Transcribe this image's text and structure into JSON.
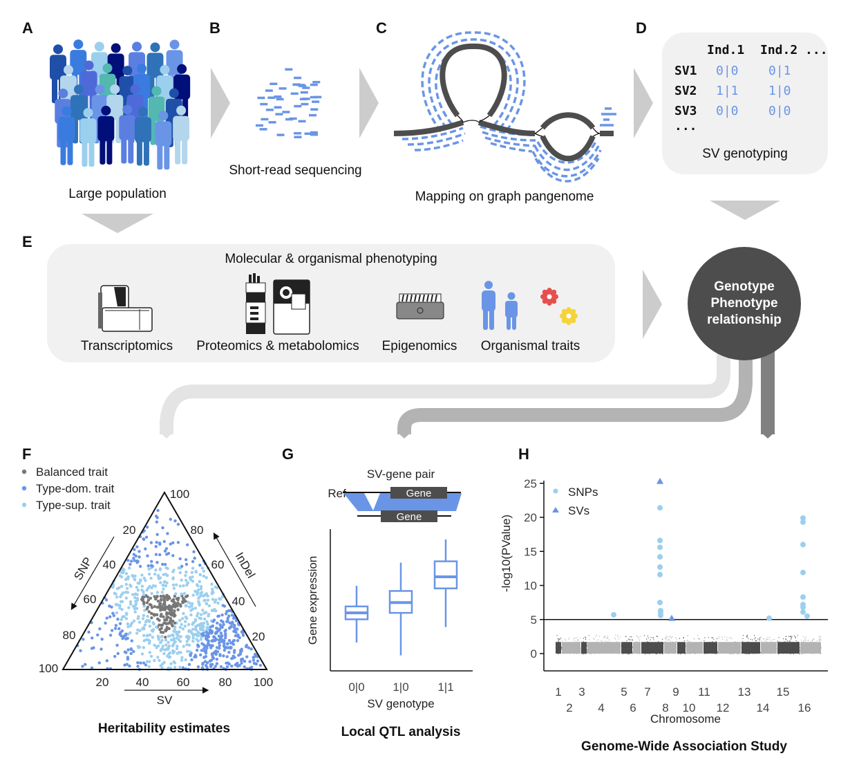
{
  "panels": {
    "A": {
      "letter": "A",
      "caption": "Large population"
    },
    "B": {
      "letter": "B",
      "caption": "Short-read sequencing"
    },
    "C": {
      "letter": "C",
      "caption": "Mapping on graph pangenome"
    },
    "D": {
      "letter": "D",
      "caption": "SV genotyping",
      "columns": [
        "Ind.1",
        "Ind.2 ..."
      ],
      "rows": [
        {
          "sv": "SV1",
          "values": [
            "0|0",
            "0|1"
          ]
        },
        {
          "sv": "SV2",
          "values": [
            "1|1",
            "1|0"
          ]
        },
        {
          "sv": "SV3",
          "values": [
            "0|0",
            "0|0"
          ]
        }
      ],
      "ellipsis": "..."
    },
    "E": {
      "letter": "E",
      "title": "Molecular & organismal phenotyping",
      "items": [
        "Transcriptomics",
        "Proteomics & metabolomics",
        "Epigenomics",
        "Organismal traits"
      ]
    },
    "hub": {
      "line1": "Genotype",
      "line2": "Phenotype",
      "line3": "relationship"
    },
    "F": {
      "letter": "F",
      "caption": "Heritability estimates"
    },
    "G": {
      "letter": "G",
      "caption": "Local QTL analysis"
    },
    "H": {
      "letter": "H",
      "caption": "Genome-Wide Association Study"
    }
  },
  "colors": {
    "blue": "#6a95e6",
    "light_blue": "#9ccfee",
    "dark_gray": "#4d4d4d",
    "gray": "#777777",
    "box_gray": "#f1f1f1",
    "arrow_gray": "#cccccc"
  },
  "chart_data": [
    {
      "type": "scatter",
      "subtype": "ternary",
      "title": "Heritability estimates",
      "axes": {
        "bottom": {
          "label": "SV",
          "ticks": [
            "20",
            "40",
            "60",
            "80",
            "100"
          ]
        },
        "left": {
          "label": "SNP",
          "ticks": [
            "20",
            "40",
            "60",
            "80",
            "100"
          ]
        },
        "right": {
          "label": "InDel",
          "ticks": [
            "20",
            "40",
            "60",
            "80"
          ]
        },
        "top_tick": "100"
      },
      "legend": {
        "placement": "top-left",
        "entries": [
          {
            "label": "Balanced trait",
            "color": "#777777"
          },
          {
            "label": "Type-dom. trait",
            "color": "#6a95e6"
          },
          {
            "label": "Type-sup. trait",
            "color": "#9ccfee"
          }
        ]
      },
      "clusters_description": "Type-dom. points cluster near each vertex (InDel apex, SNP corner, SV corner); balanced points in center; type-sup. points in between"
    },
    {
      "type": "box",
      "title": "SV-gene pair",
      "xlabel": "SV genotype",
      "ylabel": "Gene expression",
      "categories": [
        "0|0",
        "1|0",
        "1|1"
      ],
      "boxes": [
        {
          "whisker_low": 2.2,
          "q1": 4.0,
          "median": 4.5,
          "q3": 5.0,
          "whisker_high": 6.6
        },
        {
          "whisker_low": 1.2,
          "q1": 4.5,
          "median": 5.3,
          "q3": 6.2,
          "whisker_high": 8.4
        },
        {
          "whisker_low": 3.4,
          "q1": 6.4,
          "median": 7.3,
          "q3": 8.5,
          "whisker_high": 10.2
        }
      ],
      "ylim": [
        0,
        11
      ],
      "schematic": {
        "ref_label": "Ref.",
        "gene_label": "Gene"
      }
    },
    {
      "type": "scatter",
      "subtype": "manhattan",
      "title": "Genome-Wide Association Study",
      "xlabel": "Chromosome",
      "ylabel": "-log10(PValue)",
      "ylim": [
        0,
        26
      ],
      "yticks": [
        0,
        5,
        10,
        15,
        20,
        25
      ],
      "threshold": 5,
      "chromosomes": [
        "1",
        "2",
        "3",
        "4",
        "5",
        "6",
        "7",
        "8",
        "9",
        "10",
        "11",
        "12",
        "13",
        "14",
        "15",
        "16"
      ],
      "legend": {
        "placement": "top-left",
        "entries": [
          {
            "label": "SNPs",
            "shape": "circle",
            "color": "#9ccfee"
          },
          {
            "label": "SVs",
            "shape": "triangle",
            "color": "#6a95e6"
          }
        ]
      },
      "significant_snps": [
        {
          "chr": "4",
          "y": 5.7
        },
        {
          "chr": "8",
          "y": 21.4
        },
        {
          "chr": "8",
          "y": 16.6
        },
        {
          "chr": "8",
          "y": 15.6
        },
        {
          "chr": "8",
          "y": 14.2
        },
        {
          "chr": "8",
          "y": 12.7
        },
        {
          "chr": "8",
          "y": 11.6
        },
        {
          "chr": "8",
          "y": 7.5
        },
        {
          "chr": "8",
          "y": 6.3
        },
        {
          "chr": "8",
          "y": 6.0
        },
        {
          "chr": "8",
          "y": 5.6
        },
        {
          "chr": "14",
          "y": 5.2
        },
        {
          "chr": "16",
          "y": 19.9
        },
        {
          "chr": "16",
          "y": 19.3
        },
        {
          "chr": "16",
          "y": 16.0
        },
        {
          "chr": "16",
          "y": 11.9
        },
        {
          "chr": "16",
          "y": 8.3
        },
        {
          "chr": "16",
          "y": 7.2
        },
        {
          "chr": "16",
          "y": 6.8
        },
        {
          "chr": "16",
          "y": 6.1
        },
        {
          "chr": "16",
          "y": 5.5
        }
      ],
      "significant_svs": [
        {
          "chr": "8",
          "y": 25.3
        },
        {
          "chr": "8-9",
          "y": 5.2
        }
      ]
    }
  ]
}
